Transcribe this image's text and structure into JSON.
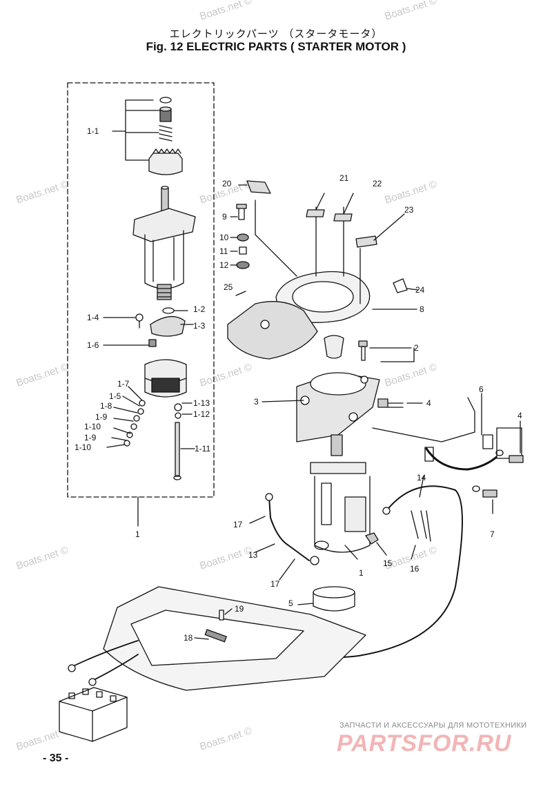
{
  "header": {
    "title_jp": "エレクトリックパーツ （スタータモータ）",
    "title_en": "Fig. 12   ELECTRIC PARTS ( STARTER MOTOR )"
  },
  "page_number": "- 35 -",
  "watermarks": [
    "Boats.net ©",
    "Boats.net ©",
    "Boats.net ©",
    "Boats.net ©",
    "Boats.net ©",
    "Boats.net ©",
    "Boats.net ©",
    "Boats.net ©",
    "Boats.net ©",
    "Boats.net ©",
    "Boats.net ©",
    "Boats.net ©",
    "Boats.net ©"
  ],
  "shop": {
    "tagline": "ЗАПЧАСТИ И АКСЕССУАРЫ ДЛЯ МОТОТЕХНИКИ",
    "logo": "PARTSFOR.RU"
  },
  "callouts": {
    "p1_1": "1-1",
    "p1_2": "1-2",
    "p1_3": "1-3",
    "p1_4": "1-4",
    "p1_5": "1-5",
    "p1_6": "1-6",
    "p1_7": "1-7",
    "p1_8": "1-8",
    "p1_9a": "1-9",
    "p1_10a": "1-10",
    "p1_9b": "1-9",
    "p1_10b": "1-10",
    "p1_11": "1-11",
    "p1_12": "1-12",
    "p1_13": "1-13",
    "p1_group": "1",
    "p1_motor": "1",
    "p2": "2",
    "p3": "3",
    "p4a": "4",
    "p4b": "4",
    "p5": "5",
    "p6": "6",
    "p7": "7",
    "p8": "8",
    "p9": "9",
    "p10": "10",
    "p11": "11",
    "p12": "12",
    "p13": "13",
    "p14": "14",
    "p15": "15",
    "p16": "16",
    "p17a": "17",
    "p17b": "17",
    "p18": "18",
    "p19": "19",
    "p20": "20",
    "p21": "21",
    "p22": "22",
    "p23": "23",
    "p24": "24",
    "p25": "25"
  }
}
